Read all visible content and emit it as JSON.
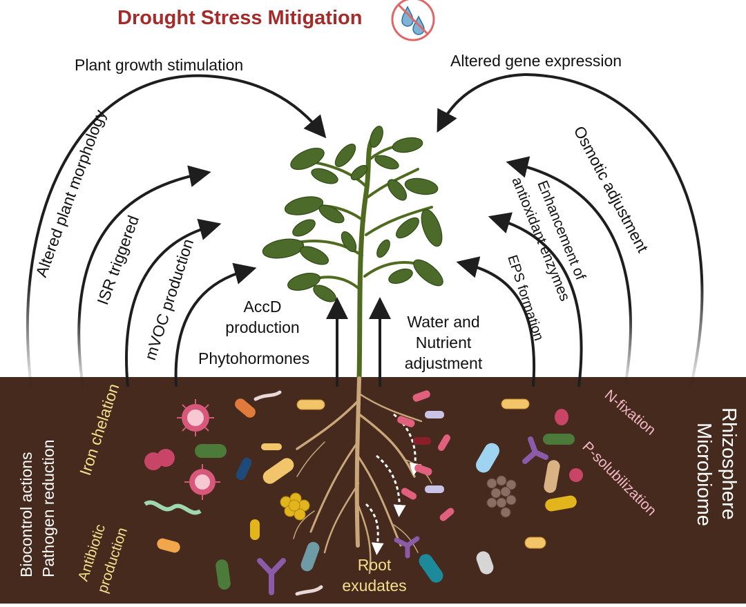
{
  "header": {
    "title": "Drought Stress Mitigation",
    "icon": "no-water-drops-icon"
  },
  "above_ground_labels": {
    "plant_growth_stimulation": "Plant growth stimulation",
    "altered_gene_expression": "Altered gene expression",
    "altered_plant_morphology": "Altered plant morphology",
    "isr_triggered": "ISR triggered",
    "mvoc_production": "mVOC production",
    "accd_production_line1": "AccD",
    "accd_production_line2": "production",
    "phytohormones": "Phytohormones",
    "water_nutrient_line1": "Water and",
    "water_nutrient_line2": "Nutrient",
    "water_nutrient_line3": "adjustment",
    "eps_formation": "EPS formation",
    "antioxidant_line1": "Enhancement of",
    "antioxidant_line2": "antioxidant enzymes",
    "osmotic_adjustment": "Osmotic adjustment"
  },
  "soil_labels": {
    "biocontrol_line1": "Biocontrol actions",
    "biocontrol_line2": "Pathogen reduction",
    "iron_chelation": "Iron chelation",
    "antibiotic_line1": "Antibiotic",
    "antibiotic_line2": "production",
    "root_exudates_line1": "Root",
    "root_exudates_line2": "exudates",
    "n_fixation": "N-fixation",
    "p_solubilization": "P-solubilization",
    "rhizosphere_line1": "Rhizosphere",
    "rhizosphere_line2": "Microbiome"
  },
  "colors": {
    "title": "#a52a2a",
    "soil": "#452a1d",
    "arrow": "#1e1e1e",
    "yellow_label": "#f3df8c",
    "pink_label": "#f4b8c6",
    "white_label": "#ffffff",
    "leaf": "#4c6b2a",
    "root": "#c9a77a"
  }
}
